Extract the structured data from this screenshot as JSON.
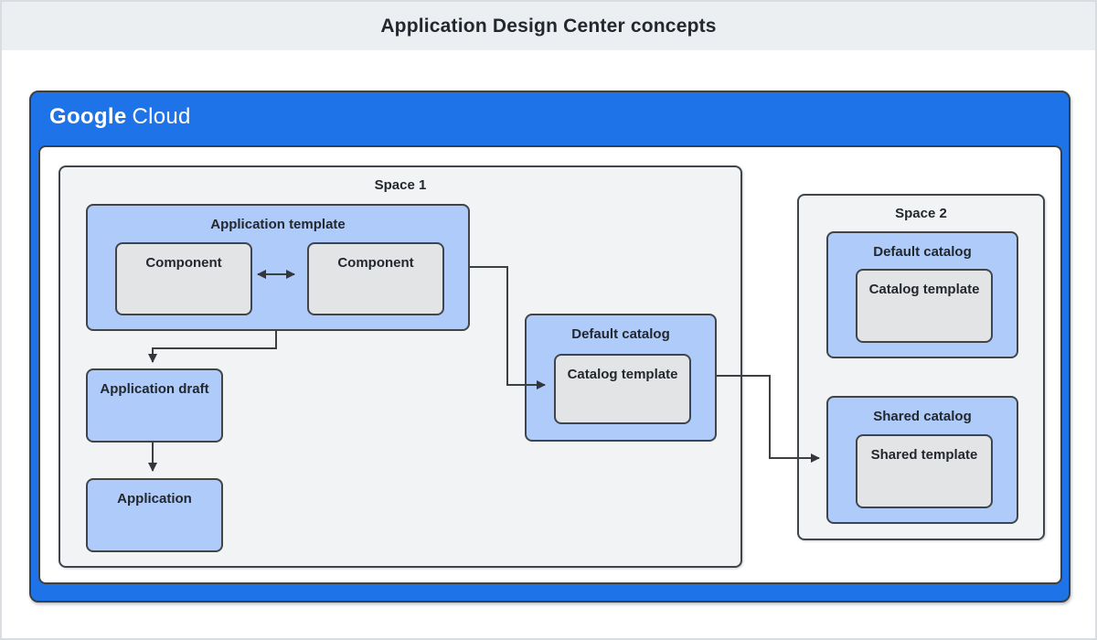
{
  "title": "Application Design Center concepts",
  "brand": {
    "name": "Google Cloud",
    "google": "Google",
    "cloud": "Cloud"
  },
  "diagram": {
    "space1": {
      "label": "Space 1",
      "application_template": {
        "label": "Application template",
        "components": [
          "Component",
          "Component"
        ]
      },
      "application_draft": {
        "label": "Application draft"
      },
      "application": {
        "label": "Application"
      },
      "default_catalog": {
        "label": "Default catalog",
        "catalog_template": {
          "label": "Catalog template"
        }
      }
    },
    "space2": {
      "label": "Space 2",
      "default_catalog": {
        "label": "Default catalog",
        "catalog_template": {
          "label": "Catalog template"
        }
      },
      "shared_catalog": {
        "label": "Shared catalog",
        "shared_template": {
          "label": "Shared template"
        }
      }
    },
    "arrows": [
      {
        "from": "component-1",
        "to": "component-2",
        "type": "bidirectional"
      },
      {
        "from": "application-template",
        "to": "application-draft",
        "type": "directed"
      },
      {
        "from": "application-draft",
        "to": "application",
        "type": "directed"
      },
      {
        "from": "application-template",
        "to": "space1-catalog-template",
        "type": "directed"
      },
      {
        "from": "space1-default-catalog",
        "to": "space2-shared-catalog",
        "type": "directed"
      }
    ]
  },
  "colors": {
    "brand_blue": "#1f73e8",
    "node_blue": "#aecbfa",
    "node_gray": "#e3e4e6",
    "space_gray": "#f1f3f4",
    "banner_gray": "#eceff1",
    "border_dark": "#3c4043",
    "text_dark": "#23272e",
    "logo_text": "#ffffff"
  }
}
